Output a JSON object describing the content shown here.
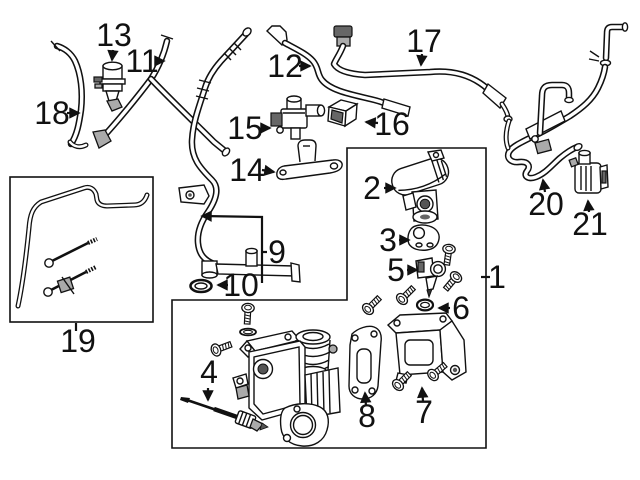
{
  "diagram": {
    "type": "parts-diagram",
    "background": "#ffffff",
    "line_color": "#111111",
    "callouts": [
      {
        "id": "1",
        "label": "1"
      },
      {
        "id": "2",
        "label": "2"
      },
      {
        "id": "3",
        "label": "3"
      },
      {
        "id": "4",
        "label": "4"
      },
      {
        "id": "5",
        "label": "5"
      },
      {
        "id": "6",
        "label": "6"
      },
      {
        "id": "7",
        "label": "7"
      },
      {
        "id": "8",
        "label": "8"
      },
      {
        "id": "9",
        "label": "9"
      },
      {
        "id": "10",
        "label": "10"
      },
      {
        "id": "11",
        "label": "11"
      },
      {
        "id": "12",
        "label": "12"
      },
      {
        "id": "13",
        "label": "13"
      },
      {
        "id": "14",
        "label": "14"
      },
      {
        "id": "15",
        "label": "15"
      },
      {
        "id": "16",
        "label": "16"
      },
      {
        "id": "17",
        "label": "17"
      },
      {
        "id": "18",
        "label": "18"
      },
      {
        "id": "19",
        "label": "19"
      },
      {
        "id": "20",
        "label": "20"
      },
      {
        "id": "21",
        "label": "21"
      }
    ]
  }
}
